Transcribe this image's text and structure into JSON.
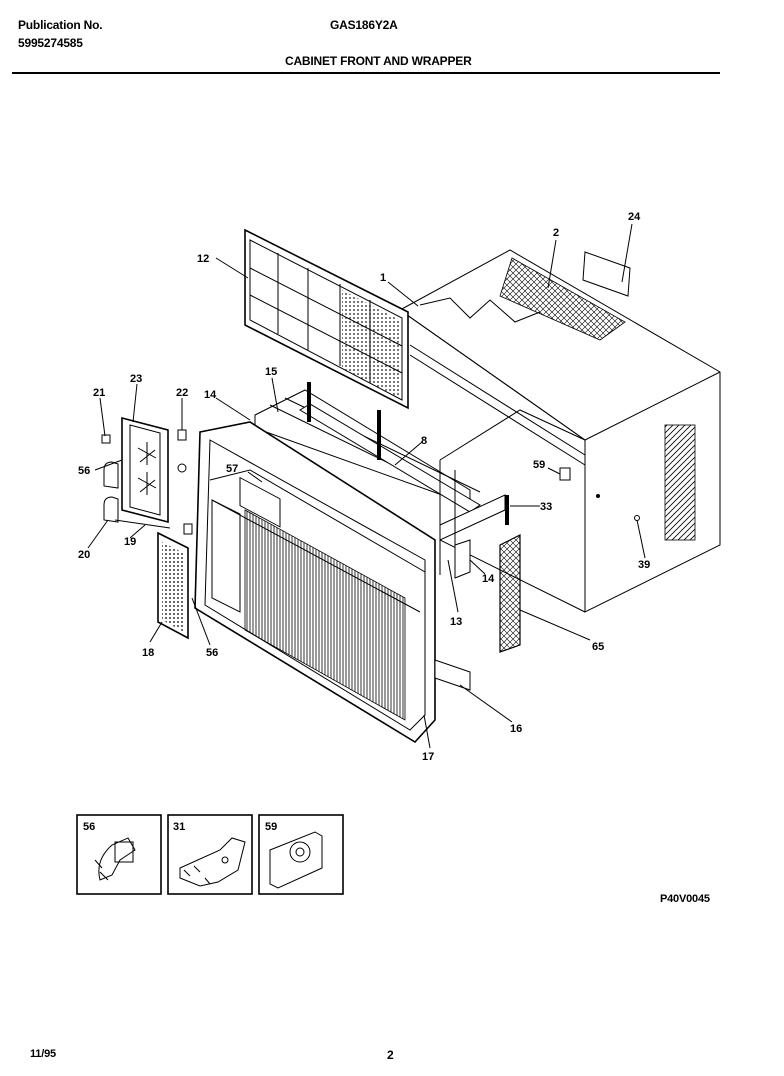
{
  "header": {
    "publication_label": "Publication No.",
    "publication_number": "5995274585",
    "model": "GAS186Y2A",
    "section_title": "CABINET FRONT AND WRAPPER"
  },
  "diagram": {
    "callouts": [
      "1",
      "2",
      "24",
      "12",
      "21",
      "23",
      "22",
      "14",
      "15",
      "8",
      "56",
      "57",
      "59",
      "33",
      "20",
      "19",
      "39",
      "13",
      "18",
      "56",
      "65",
      "16",
      "17",
      "14"
    ],
    "inset_labels": [
      "56",
      "31",
      "59"
    ]
  },
  "footer": {
    "part_code": "P40V0045",
    "date": "11/95",
    "page": "2"
  }
}
